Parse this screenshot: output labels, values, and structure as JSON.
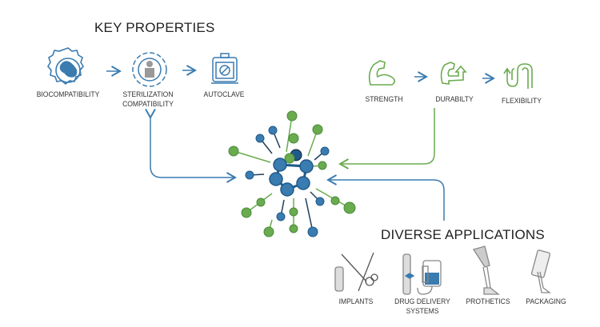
{
  "key_properties": {
    "title": "KEY PROPERTIES",
    "items": [
      {
        "label": "BIOCOMPATIBILITY",
        "icon": "cell-icon"
      },
      {
        "label": "STERILIZATION\nCOMPATIBILITY",
        "icon": "sterilization-icon"
      },
      {
        "label": "AUTOCLAVE",
        "icon": "autoclave-icon"
      }
    ]
  },
  "mechanical": {
    "items": [
      {
        "label": "STRENGTH",
        "icon": "flexed-arm-icon"
      },
      {
        "label": "DURABILTY",
        "icon": "arm-arrow-up-icon"
      },
      {
        "label": "FLEXIBILITY",
        "icon": "bent-tube-icon"
      }
    ]
  },
  "applications": {
    "title": "DIVERSE APPLICATIONS",
    "items": [
      {
        "label": "IMPLANTS",
        "icon": "joint-scissors-icon"
      },
      {
        "label": "DRUG DELIVERY\nSYSTEMS",
        "icon": "iv-bag-icon"
      },
      {
        "label": "PROTHETICS",
        "icon": "prosthetic-leg-icon"
      },
      {
        "label": "PACKAGING",
        "icon": "blister-pack-icon"
      }
    ]
  },
  "colors": {
    "blue": "#3a7bb0",
    "dark_blue": "#1f5a8a",
    "green": "#6aab4f",
    "text": "#222222"
  }
}
